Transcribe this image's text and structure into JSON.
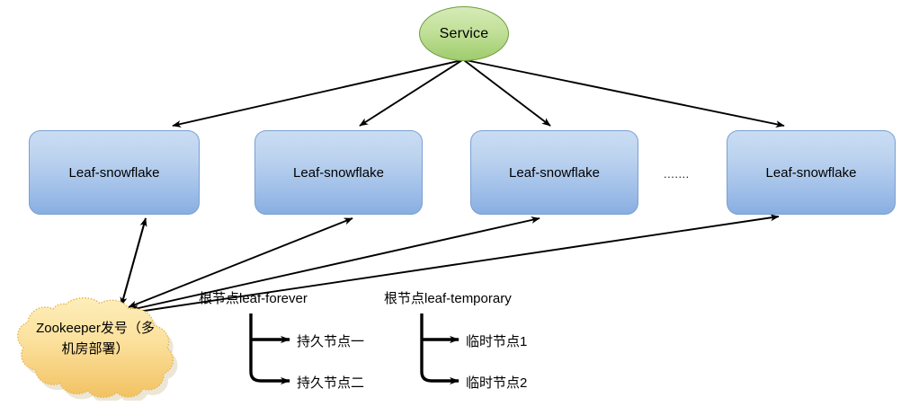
{
  "diagram": {
    "title_node": {
      "label": "Service"
    },
    "leaf_nodes": [
      {
        "label": "Leaf-snowflake"
      },
      {
        "label": "Leaf-snowflake"
      },
      {
        "label": "Leaf-snowflake"
      },
      {
        "label": "Leaf-snowflake"
      }
    ],
    "ellipsis": ".......",
    "zookeeper": {
      "line1": "Zookeeper发号（多",
      "line2": "机房部署）"
    },
    "trees": [
      {
        "root": "根节点leaf-forever",
        "children": [
          "持久节点一",
          "持久节点二"
        ]
      },
      {
        "root": "根节点leaf-temporary",
        "children": [
          "临时节点1",
          "临时节点2"
        ]
      }
    ],
    "colors": {
      "service_fill_top": "#d6ebb6",
      "service_fill_bottom": "#9fcc6c",
      "service_stroke": "#6f9b40",
      "leaf_fill_top": "#c9dcf3",
      "leaf_fill_bottom": "#88aee1",
      "leaf_stroke": "#7a9fd2",
      "cloud_fill_top": "#fdeaad",
      "cloud_fill_bottom": "#f3c565",
      "cloud_stroke": "#e8b54a",
      "edge_color": "#000000"
    }
  }
}
